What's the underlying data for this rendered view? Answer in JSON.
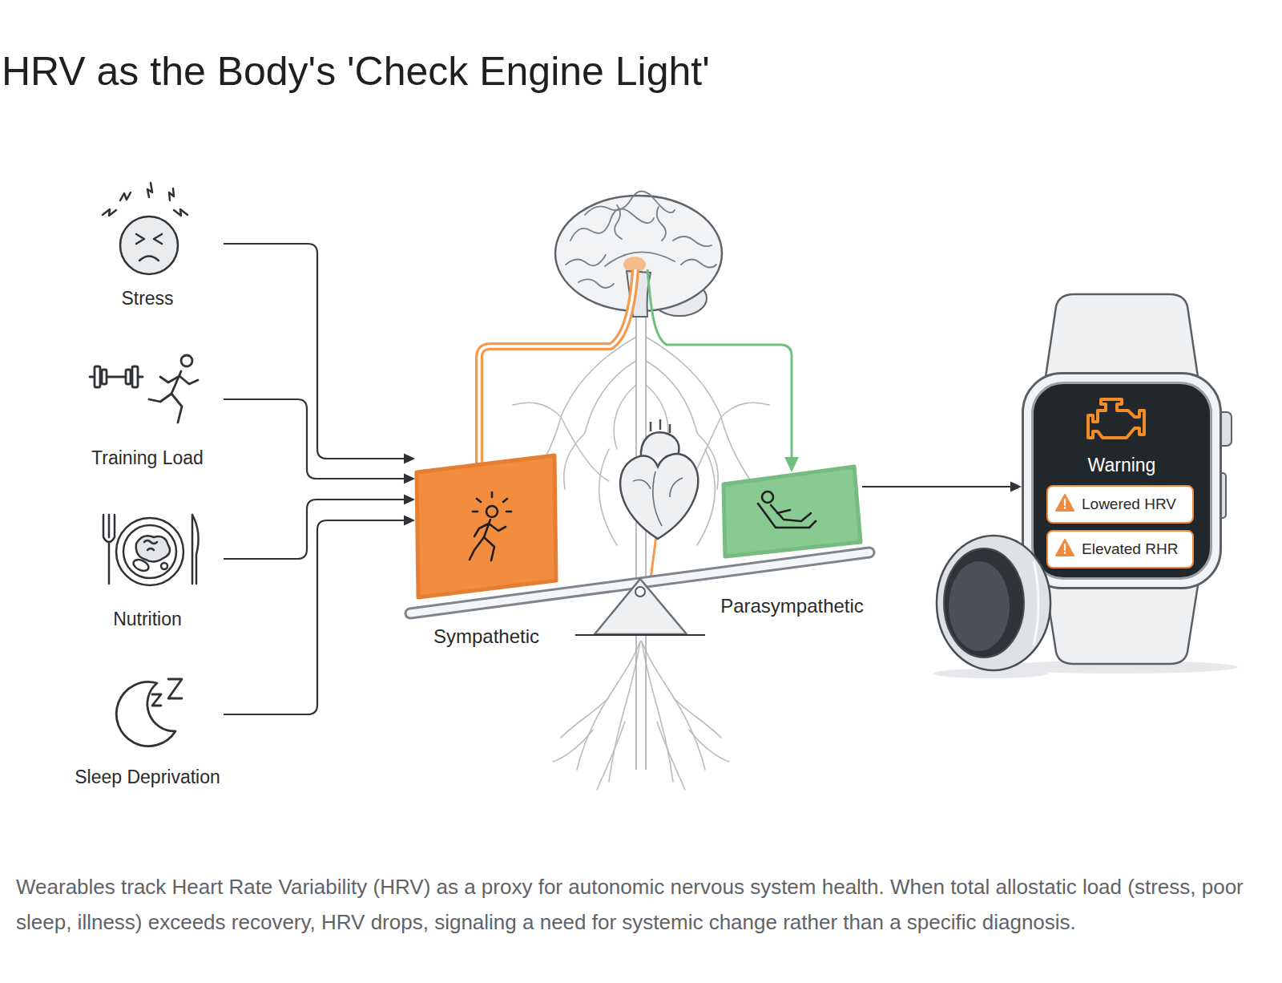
{
  "diagram": {
    "title": "HRV as the Body's 'Check Engine Light'",
    "caption": "Wearables track Heart Rate Variability (HRV) as a proxy for autonomic nervous system health. When total allostatic load (stress, poor sleep, illness) exceeds recovery, HRV drops, signaling a need for systemic change rather than a specific diagnosis.",
    "nodes": [
      {
        "text": [
          "Stress"
        ]
      },
      {
        "text": [
          "Training Load"
        ]
      },
      {
        "text": [
          "Nutrition"
        ]
      },
      {
        "text": [
          "Sleep Deprivation"
        ]
      },
      {
        "text": [
          "Sympathetic"
        ]
      },
      {
        "text": [
          "Parasympathetic"
        ]
      },
      {
        "text": [
          "Warning"
        ]
      },
      {
        "text": [
          "Lowered HRV"
        ],
        "in": 6
      },
      {
        "text": [
          "Elevated RHR"
        ],
        "in": 6
      }
    ],
    "edges": [
      {
        "from": 0,
        "to": 4,
        "arrow": "to"
      },
      {
        "from": 1,
        "to": 4,
        "arrow": "to"
      },
      {
        "from": 2,
        "to": 4,
        "arrow": "to"
      },
      {
        "from": 3,
        "to": 4,
        "arrow": "to"
      },
      {
        "from": 5,
        "to": 6,
        "arrow": "to"
      }
    ]
  }
}
